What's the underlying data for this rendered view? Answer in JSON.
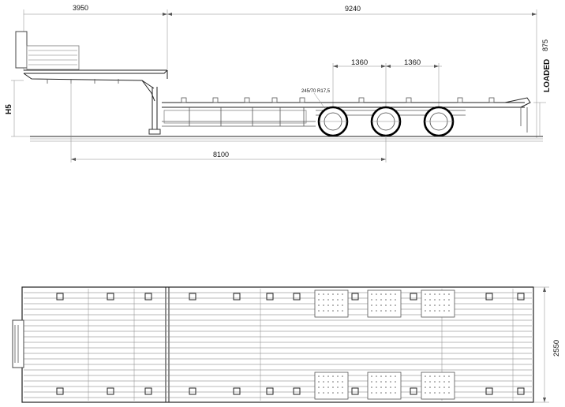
{
  "side_view": {
    "dim_front_overhang": "3950",
    "dim_total_length": "9240",
    "dim_axle_spacing_1": "1360",
    "dim_axle_spacing_2": "1360",
    "dim_kingpin_to_axle": "8100",
    "dim_height_label": "H5",
    "dim_loaded_height": "875",
    "loaded_label": "LOADED",
    "tire_label": "245/70 R17,5"
  },
  "top_view": {
    "dim_width": "2550"
  }
}
